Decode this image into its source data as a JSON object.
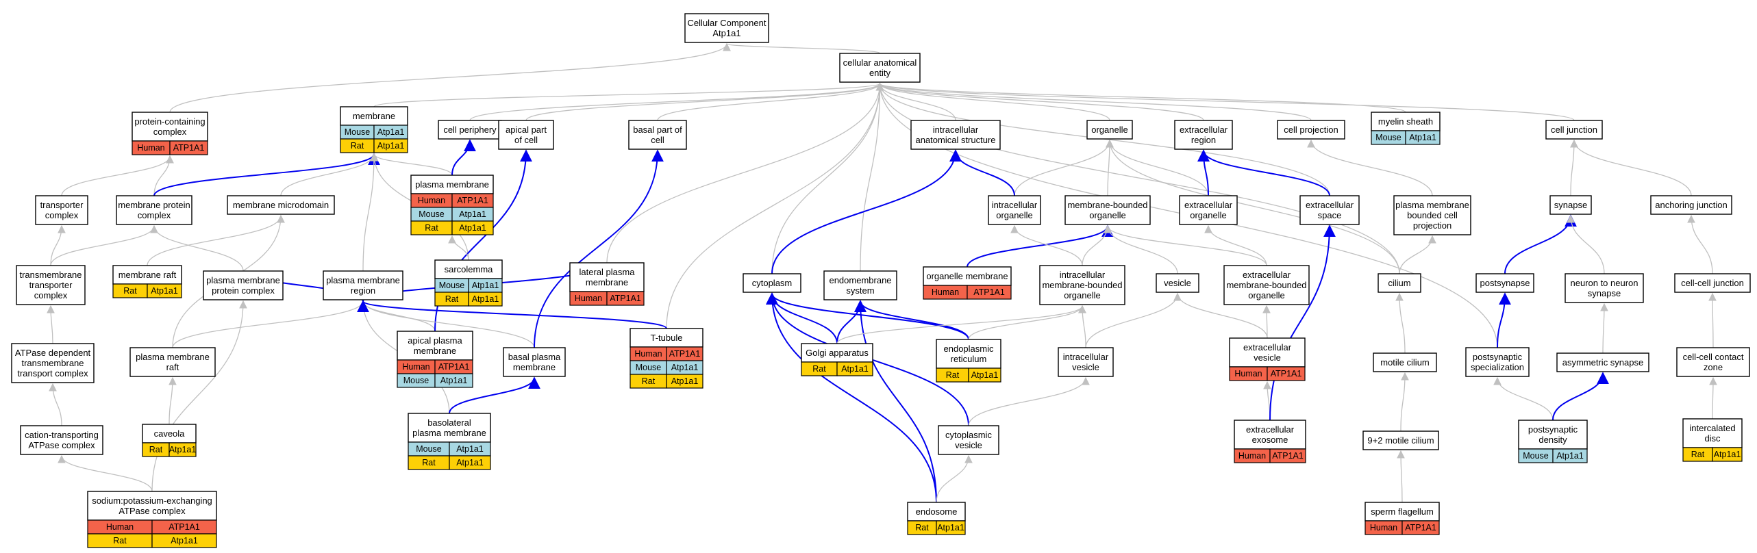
{
  "colors": {
    "human": "#f4634a",
    "mouse": "#a8d8e3",
    "rat": "#fdd006",
    "gray_edge": "#c0c0c0",
    "blue_edge": "#0000ee"
  },
  "nodes": [
    {
      "id": "cc",
      "lines": [
        "Cellular Component",
        "Atp1a1"
      ]
    },
    {
      "id": "cae",
      "lines": [
        "cellular anatomical",
        "entity"
      ]
    },
    {
      "id": "pcc",
      "lines": [
        "protein-containing",
        "complex"
      ],
      "ann": [
        [
          "Human",
          "ATP1A1"
        ]
      ]
    },
    {
      "id": "mem",
      "lines": [
        "membrane"
      ],
      "ann": [
        [
          "Mouse",
          "Atp1a1"
        ],
        [
          "Rat",
          "Atp1a1"
        ]
      ]
    },
    {
      "id": "cp",
      "lines": [
        "cell periphery"
      ]
    },
    {
      "id": "apc",
      "lines": [
        "apical part",
        "of cell"
      ]
    },
    {
      "id": "bpc",
      "lines": [
        "basal part of",
        "cell"
      ]
    },
    {
      "id": "ias",
      "lines": [
        "intracellular",
        "anatomical structure"
      ]
    },
    {
      "id": "org",
      "lines": [
        "organelle"
      ]
    },
    {
      "id": "exr",
      "lines": [
        "extracellular",
        "region"
      ]
    },
    {
      "id": "cproj",
      "lines": [
        "cell projection"
      ]
    },
    {
      "id": "mys",
      "lines": [
        "myelin sheath"
      ],
      "ann": [
        [
          "Mouse",
          "Atp1a1"
        ]
      ]
    },
    {
      "id": "cj",
      "lines": [
        "cell junction"
      ]
    },
    {
      "id": "tc",
      "lines": [
        "transporter",
        "complex"
      ]
    },
    {
      "id": "mpc",
      "lines": [
        "membrane protein",
        "complex"
      ]
    },
    {
      "id": "mmd",
      "lines": [
        "membrane microdomain"
      ]
    },
    {
      "id": "pm",
      "lines": [
        "plasma membrane"
      ],
      "ann": [
        [
          "Human",
          "ATP1A1"
        ],
        [
          "Mouse",
          "Atp1a1"
        ],
        [
          "Rat",
          "Atp1a1"
        ]
      ]
    },
    {
      "id": "io",
      "lines": [
        "intracellular",
        "organelle"
      ]
    },
    {
      "id": "mbo",
      "lines": [
        "membrane-bounded",
        "organelle"
      ]
    },
    {
      "id": "exo",
      "lines": [
        "extracellular",
        "organelle"
      ]
    },
    {
      "id": "exs",
      "lines": [
        "extracellular",
        "space"
      ]
    },
    {
      "id": "pmbcp",
      "lines": [
        "plasma membrane",
        "bounded cell",
        "projection"
      ]
    },
    {
      "id": "syn",
      "lines": [
        "synapse"
      ]
    },
    {
      "id": "aj",
      "lines": [
        "anchoring junction"
      ]
    },
    {
      "id": "ttc",
      "lines": [
        "transmembrane",
        "transporter",
        "complex"
      ]
    },
    {
      "id": "mraft",
      "lines": [
        "membrane raft"
      ],
      "ann": [
        [
          "Rat",
          "Atp1a1"
        ]
      ]
    },
    {
      "id": "pmpc",
      "lines": [
        "plasma membrane",
        "protein complex"
      ]
    },
    {
      "id": "pmr",
      "lines": [
        "plasma membrane",
        "region"
      ]
    },
    {
      "id": "sarc",
      "lines": [
        "sarcolemma"
      ],
      "ann": [
        [
          "Mouse",
          "Atp1a1"
        ],
        [
          "Rat",
          "Atp1a1"
        ]
      ]
    },
    {
      "id": "lpm",
      "lines": [
        "lateral plasma",
        "membrane"
      ],
      "ann": [
        [
          "Human",
          "ATP1A1"
        ]
      ]
    },
    {
      "id": "cyto",
      "lines": [
        "cytoplasm"
      ]
    },
    {
      "id": "ems",
      "lines": [
        "endomembrane",
        "system"
      ]
    },
    {
      "id": "om",
      "lines": [
        "organelle membrane"
      ],
      "ann": [
        [
          "Human",
          "ATP1A1"
        ]
      ]
    },
    {
      "id": "imbo",
      "lines": [
        "intracellular",
        "membrane-bounded",
        "organelle"
      ]
    },
    {
      "id": "ves",
      "lines": [
        "vesicle"
      ]
    },
    {
      "id": "emb",
      "lines": [
        "extracellular",
        "membrane-bounded",
        "organelle"
      ]
    },
    {
      "id": "cil",
      "lines": [
        "cilium"
      ]
    },
    {
      "id": "psyn",
      "lines": [
        "postsynapse"
      ]
    },
    {
      "id": "nns",
      "lines": [
        "neuron to neuron",
        "synapse"
      ]
    },
    {
      "id": "ccj",
      "lines": [
        "cell-cell junction"
      ]
    },
    {
      "id": "atp",
      "lines": [
        "ATPase dependent",
        "transmembrane",
        "transport complex"
      ]
    },
    {
      "id": "pmraft",
      "lines": [
        "plasma membrane",
        "raft"
      ]
    },
    {
      "id": "apm",
      "lines": [
        "apical plasma",
        "membrane"
      ],
      "ann": [
        [
          "Human",
          "ATP1A1"
        ],
        [
          "Mouse",
          "Atp1a1"
        ]
      ]
    },
    {
      "id": "bapm",
      "lines": [
        "basal plasma",
        "membrane"
      ]
    },
    {
      "id": "tt",
      "lines": [
        "T-tubule"
      ],
      "ann": [
        [
          "Human",
          "ATP1A1"
        ],
        [
          "Mouse",
          "Atp1a1"
        ],
        [
          "Rat",
          "Atp1a1"
        ]
      ]
    },
    {
      "id": "ga",
      "lines": [
        "Golgi apparatus"
      ],
      "ann": [
        [
          "Rat",
          "Atp1a1"
        ]
      ]
    },
    {
      "id": "er",
      "lines": [
        "endoplasmic",
        "reticulum"
      ],
      "ann": [
        [
          "Rat",
          "Atp1a1"
        ]
      ]
    },
    {
      "id": "iv",
      "lines": [
        "intracellular",
        "vesicle"
      ]
    },
    {
      "id": "ev",
      "lines": [
        "extracellular",
        "vesicle"
      ],
      "ann": [
        [
          "Human",
          "ATP1A1"
        ]
      ]
    },
    {
      "id": "mc",
      "lines": [
        "motile cilium"
      ]
    },
    {
      "id": "pss",
      "lines": [
        "postsynaptic",
        "specialization"
      ]
    },
    {
      "id": "as",
      "lines": [
        "asymmetric synapse"
      ]
    },
    {
      "id": "cccz",
      "lines": [
        "cell-cell contact",
        "zone"
      ]
    },
    {
      "id": "ctac",
      "lines": [
        "cation-transporting",
        "ATPase complex"
      ]
    },
    {
      "id": "cav",
      "lines": [
        "caveola"
      ],
      "ann": [
        [
          "Rat",
          "Atp1a1"
        ]
      ]
    },
    {
      "id": "blpm",
      "lines": [
        "basolateral",
        "plasma membrane"
      ],
      "ann": [
        [
          "Mouse",
          "Atp1a1"
        ],
        [
          "Rat",
          "Atp1a1"
        ]
      ]
    },
    {
      "id": "cv",
      "lines": [
        "cytoplasmic",
        "vesicle"
      ]
    },
    {
      "id": "exos",
      "lines": [
        "extracellular",
        "exosome"
      ],
      "ann": [
        [
          "Human",
          "ATP1A1"
        ]
      ]
    },
    {
      "id": "m92",
      "lines": [
        "9+2 motile cilium"
      ]
    },
    {
      "id": "psd",
      "lines": [
        "postsynaptic",
        "density"
      ],
      "ann": [
        [
          "Mouse",
          "Atp1a1"
        ]
      ]
    },
    {
      "id": "icd",
      "lines": [
        "intercalated",
        "disc"
      ],
      "ann": [
        [
          "Rat",
          "Atp1a1"
        ]
      ]
    },
    {
      "id": "nak",
      "lines": [
        "sodium:potassium-exchanging",
        "ATPase complex"
      ],
      "ann": [
        [
          "Human",
          "ATP1A1"
        ],
        [
          "Rat",
          "Atp1a1"
        ]
      ]
    },
    {
      "id": "endo",
      "lines": [
        "endosome"
      ],
      "ann": [
        [
          "Rat",
          "Atp1a1"
        ]
      ]
    },
    {
      "id": "sf",
      "lines": [
        "sperm flagellum"
      ],
      "ann": [
        [
          "Human",
          "ATP1A1"
        ]
      ]
    }
  ],
  "edges": [
    [
      "cae",
      "cc",
      "g"
    ],
    [
      "pcc",
      "cc",
      "g"
    ],
    [
      "mem",
      "cae",
      "g"
    ],
    [
      "cp",
      "cae",
      "g"
    ],
    [
      "apc",
      "cae",
      "g"
    ],
    [
      "bpc",
      "cae",
      "g"
    ],
    [
      "ias",
      "cae",
      "g"
    ],
    [
      "org",
      "cae",
      "g"
    ],
    [
      "exr",
      "cae",
      "g"
    ],
    [
      "cproj",
      "cae",
      "g"
    ],
    [
      "mys",
      "cae",
      "g"
    ],
    [
      "cj",
      "cae",
      "g"
    ],
    [
      "cyto",
      "cae",
      "g"
    ],
    [
      "ems",
      "cae",
      "g"
    ],
    [
      "lpm",
      "cae",
      "g"
    ],
    [
      "tt",
      "cae",
      "g"
    ],
    [
      "exs",
      "cae",
      "g"
    ],
    [
      "pss",
      "cae",
      "g"
    ],
    [
      "cil",
      "cae",
      "g"
    ],
    [
      "tc",
      "pcc",
      "g"
    ],
    [
      "mpc",
      "pcc",
      "g"
    ],
    [
      "mpc",
      "mem",
      "b"
    ],
    [
      "mmd",
      "mem",
      "g"
    ],
    [
      "pm",
      "mem",
      "g"
    ],
    [
      "pm",
      "cp",
      "b"
    ],
    [
      "pmr",
      "mem",
      "g"
    ],
    [
      "sarc",
      "mem",
      "g"
    ],
    [
      "pmraft",
      "mmd",
      "g"
    ],
    [
      "ttc",
      "tc",
      "g"
    ],
    [
      "ttc",
      "mpc",
      "g"
    ],
    [
      "pmpc",
      "mpc",
      "g"
    ],
    [
      "pmpc",
      "pmr",
      "b"
    ],
    [
      "atp",
      "ttc",
      "g"
    ],
    [
      "ctac",
      "atp",
      "g"
    ],
    [
      "nak",
      "ctac",
      "g"
    ],
    [
      "nak",
      "pmpc",
      "g"
    ],
    [
      "mraft",
      "mmd",
      "g"
    ],
    [
      "cav",
      "pmraft",
      "g"
    ],
    [
      "pmraft",
      "pmr",
      "g"
    ],
    [
      "apm",
      "pmr",
      "g"
    ],
    [
      "apm",
      "apc",
      "b"
    ],
    [
      "bapm",
      "pmr",
      "g"
    ],
    [
      "bapm",
      "bpc",
      "b"
    ],
    [
      "blpm",
      "pmr",
      "g"
    ],
    [
      "blpm",
      "bapm",
      "b"
    ],
    [
      "lpm",
      "pmr",
      "b"
    ],
    [
      "sarc",
      "pm",
      "g"
    ],
    [
      "tt",
      "pmr",
      "b"
    ],
    [
      "io",
      "org",
      "g"
    ],
    [
      "io",
      "ias",
      "b"
    ],
    [
      "cyto",
      "ias",
      "b"
    ],
    [
      "mbo",
      "org",
      "g"
    ],
    [
      "exo",
      "org",
      "g"
    ],
    [
      "exo",
      "exr",
      "b"
    ],
    [
      "exs",
      "exr",
      "b"
    ],
    [
      "pmbcp",
      "cproj",
      "g"
    ],
    [
      "cil",
      "pmbcp",
      "g"
    ],
    [
      "om",
      "mbo",
      "b"
    ],
    [
      "imbo",
      "io",
      "g"
    ],
    [
      "imbo",
      "mbo",
      "g"
    ],
    [
      "ves",
      "mbo",
      "g"
    ],
    [
      "emb",
      "exo",
      "g"
    ],
    [
      "emb",
      "mbo",
      "g"
    ],
    [
      "cil",
      "org",
      "g"
    ],
    [
      "ga",
      "cyto",
      "b"
    ],
    [
      "er",
      "cyto",
      "b"
    ],
    [
      "ga",
      "ems",
      "b"
    ],
    [
      "er",
      "ems",
      "b"
    ],
    [
      "cv",
      "cyto",
      "b"
    ],
    [
      "endo",
      "cyto",
      "b"
    ],
    [
      "endo",
      "ems",
      "b"
    ],
    [
      "endo",
      "cv",
      "g"
    ],
    [
      "er",
      "imbo",
      "g"
    ],
    [
      "ga",
      "imbo",
      "g"
    ],
    [
      "iv",
      "imbo",
      "g"
    ],
    [
      "iv",
      "ves",
      "g"
    ],
    [
      "cv",
      "iv",
      "g"
    ],
    [
      "ev",
      "ves",
      "g"
    ],
    [
      "ev",
      "emb",
      "g"
    ],
    [
      "exos",
      "ev",
      "g"
    ],
    [
      "exos",
      "exs",
      "b"
    ],
    [
      "mc",
      "cil",
      "g"
    ],
    [
      "m92",
      "mc",
      "g"
    ],
    [
      "sf",
      "m92",
      "g"
    ],
    [
      "syn",
      "cj",
      "g"
    ],
    [
      "psyn",
      "syn",
      "b"
    ],
    [
      "pss",
      "psyn",
      "b"
    ],
    [
      "psd",
      "pss",
      "g"
    ],
    [
      "psd",
      "as",
      "b"
    ],
    [
      "nns",
      "syn",
      "g"
    ],
    [
      "as",
      "nns",
      "g"
    ],
    [
      "aj",
      "cj",
      "g"
    ],
    [
      "ccj",
      "aj",
      "g"
    ],
    [
      "cccz",
      "ccj",
      "g"
    ],
    [
      "icd",
      "cccz",
      "g"
    ]
  ]
}
